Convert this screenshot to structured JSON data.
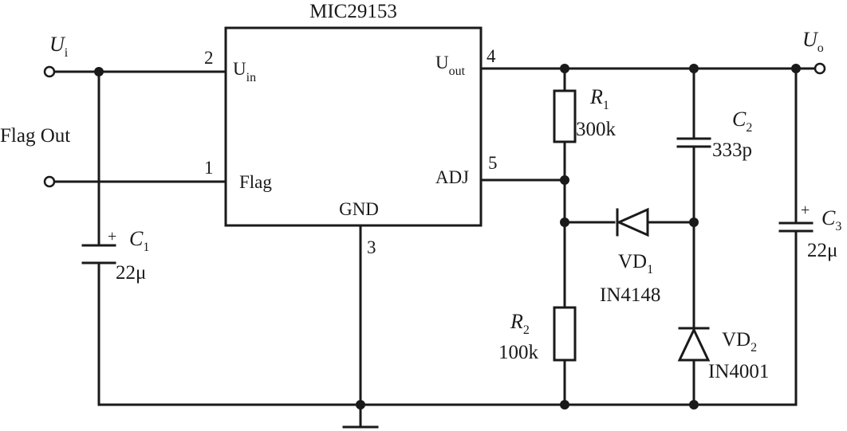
{
  "ic": {
    "name": "MIC29153",
    "pins": {
      "in": "2",
      "flag": "1",
      "gnd": "3",
      "out": "4",
      "adj": "5"
    },
    "labels": {
      "in": "U",
      "in_sub": "in",
      "flag": "Flag",
      "gnd": "GND",
      "out": "U",
      "out_sub": "out",
      "adj": "ADJ"
    }
  },
  "terminals": {
    "input": {
      "sym": "U",
      "sub": "i"
    },
    "output": {
      "sym": "U",
      "sub": "o"
    },
    "flag_out": "Flag Out"
  },
  "components": {
    "c1": {
      "sym": "C",
      "sub": "1",
      "value": "22μ",
      "polarity": "+"
    },
    "r1": {
      "sym": "R",
      "sub": "1",
      "value": "300k"
    },
    "c2": {
      "sym": "C",
      "sub": "2",
      "value": "333p"
    },
    "vd1": {
      "sym": "VD",
      "sub": "1",
      "value": "IN4148"
    },
    "r2": {
      "sym": "R",
      "sub": "2",
      "value": "100k"
    },
    "vd2": {
      "sym": "VD",
      "sub": "2",
      "value": "IN4001"
    },
    "c3": {
      "sym": "C",
      "sub": "3",
      "value": "22μ",
      "polarity": "+"
    }
  }
}
